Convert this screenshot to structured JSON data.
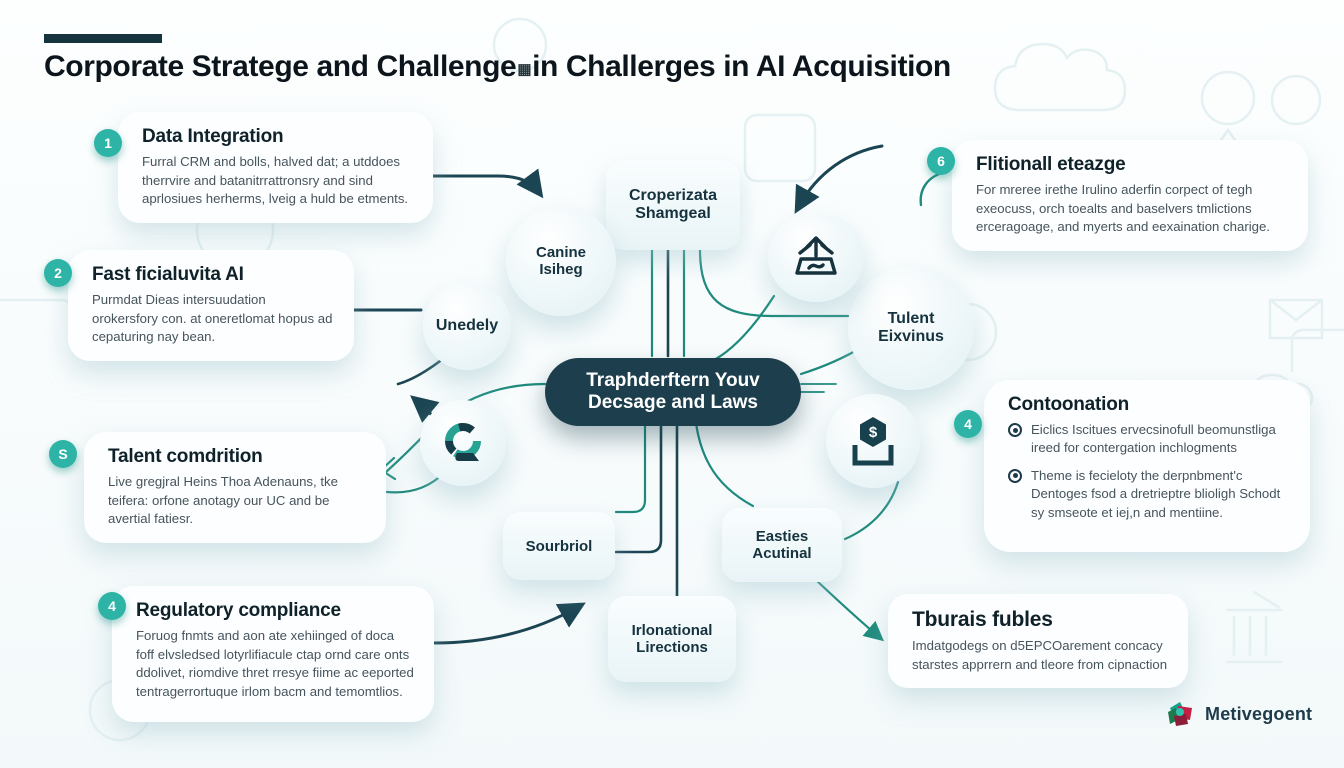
{
  "header": {
    "title_prefix": "Corporate Stratege and Challenge",
    "title_glyph": "▦",
    "title_suffix": "in Challerges in AI Acquisition"
  },
  "blocks": {
    "data_integration": {
      "num": "1",
      "title": "Data Integration",
      "body": "Furral CRM and bolls, halved dat; a utddoes therrvire and batanitrrattronsry and sind aprlosiues herherms, lveig a huld be etments."
    },
    "fast_ai": {
      "num": "2",
      "title": "Fast ficialuvita AI",
      "body": "Purmdat Dieas intersuudation orokersfory con. at oneretlomat hopus ad cepaturing nay bean."
    },
    "talent_comdrition": {
      "num": "S",
      "title": "Talent comdrition",
      "body": "Live gregjral Heins Thoa Adenauns, tke teifera: orfone anotagy our UC and be avertial fatiesr."
    },
    "regulatory": {
      "num": "4",
      "title": "Regulatory compliance",
      "body": "Foruog fnmts and aon ate xehiinged of doca foff elvsledsed lotyrlifiacule ctap ornd care onts ddolivet, riomdive thret rresye fiime ac eeported tentragerrortuque irlom bacm and temomtlios."
    },
    "flitionall": {
      "num": "6",
      "title": "Flitionall eteazge",
      "body": "For mreree irethe Irulino aderfin corpect of tegh exeocuss, orch toealts and baselvers tmlictions erceragoage, and myerts and eexaination charige."
    },
    "contoonation": {
      "num": "4",
      "title": "Contoonation",
      "bullets": [
        "Eiclics Iscitues ervecsinofull beomunstliga ireed for contergation inchlogments",
        "Theme is fecieloty the derpnbment'c Dentoges fsod a dretrieptre blioligh Schodt sy smseote et iej,n and mentiine."
      ]
    },
    "tburais": {
      "title": "Tburais fubles",
      "body": "Imdatgodegs on d5EPCOarement concacy starstes apprrern and tleore from cipnaction"
    }
  },
  "nodes": {
    "center": "Traphderftern Youv Decsage and Laws",
    "croperizata": "Croperizata Shamgeal",
    "canine": "Canine Isiheg",
    "unedely": "Unedely",
    "talent_exodus": "Tulent Eixvinus",
    "sourbriol": "Sourbriol",
    "easties": "Easties Acutinal",
    "irlonational": "Irlonational Lirections"
  },
  "icons": {
    "institution": "institution-upload-icon",
    "donut": "donut-chart-icon",
    "money": "money-deposit-icon"
  },
  "logo": {
    "text": "Metivegoent"
  },
  "colors": {
    "badge_teal": "#2eb4a6",
    "wire_teal": "#1e8a7c",
    "wire_dark": "#1c4553",
    "center_node_bg": "#1d3e4c",
    "title_text": "#0c151b",
    "logo_red": "#c22145",
    "logo_teal": "#17a08c",
    "logo_green": "#1f7a4d"
  }
}
